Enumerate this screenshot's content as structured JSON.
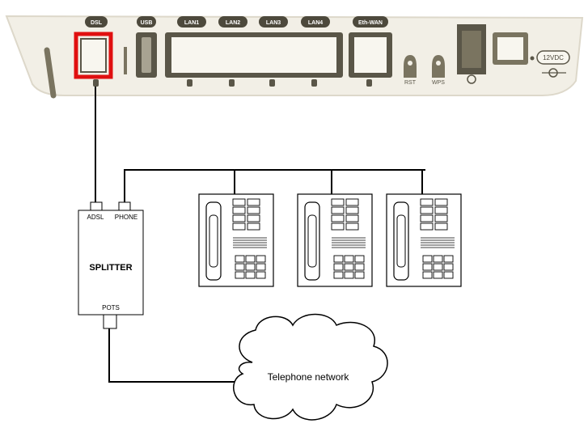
{
  "router": {
    "ports": {
      "dsl": "DSL",
      "usb": "USB",
      "lan1": "LAN1",
      "lan2": "LAN2",
      "lan3": "LAN3",
      "lan4": "LAN4",
      "eth_wan": "Eth-WAN"
    },
    "buttons": {
      "rst": "RST",
      "wps": "WPS"
    },
    "power": "12VDC"
  },
  "splitter": {
    "title": "SPLITTER",
    "adsl_port": "ADSL",
    "phone_port": "PHONE",
    "pots_port": "POTS"
  },
  "network": {
    "cloud_label": "Telephone network"
  },
  "colors": {
    "router_body": "#f2efe6",
    "router_outline": "#c9c4b4",
    "port_fill": "#5a5648",
    "dsl_highlight": "#e01010",
    "line": "#000000"
  }
}
